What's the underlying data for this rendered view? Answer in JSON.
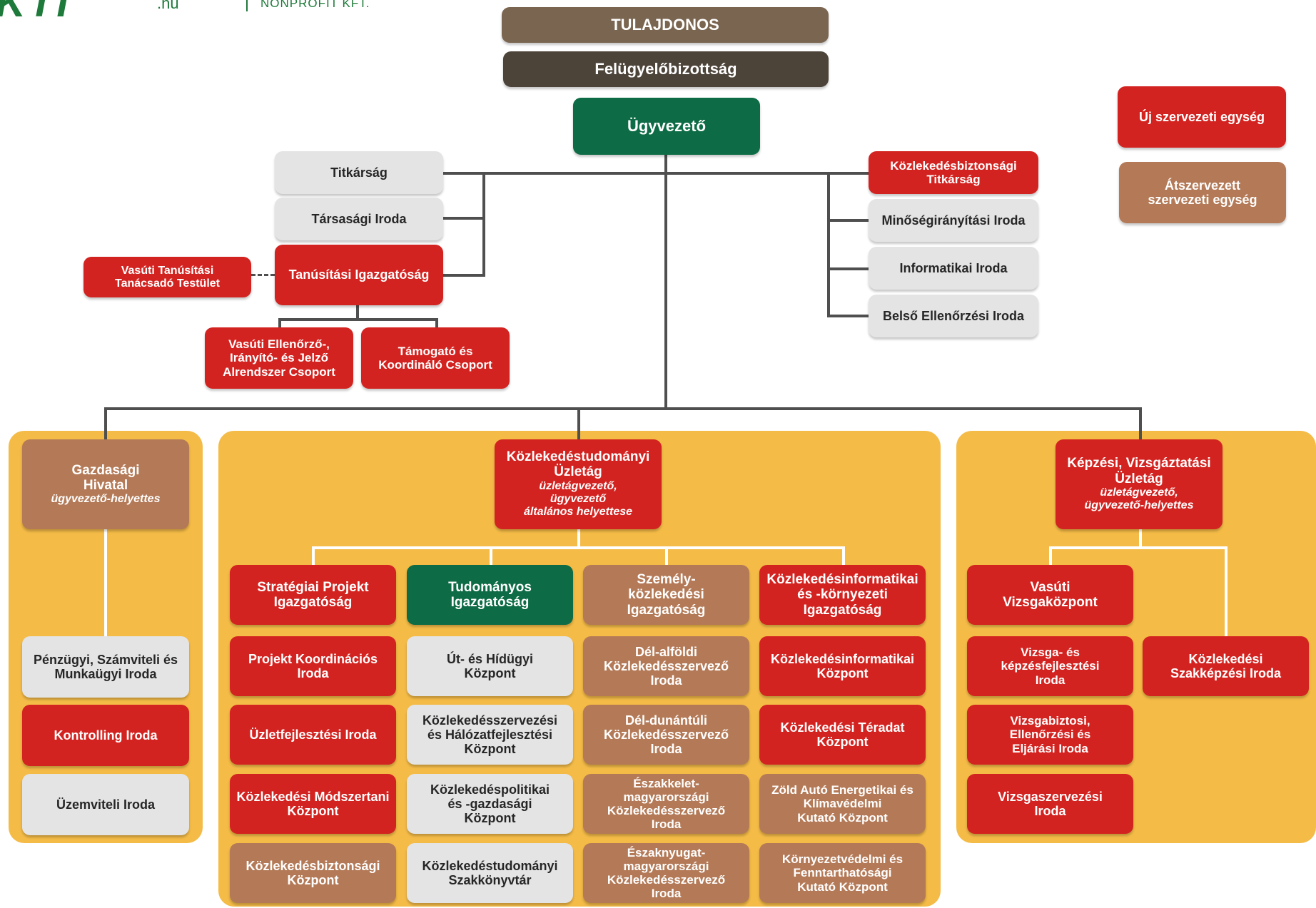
{
  "logo": {
    "mark": "KTI",
    "domain": ".hu",
    "tagline": "NONPROFIT KFT."
  },
  "top": {
    "owner": "TULAJDONOS",
    "board": "Felügyelőbizottság",
    "ceo": "Ügyvezető"
  },
  "legend": {
    "new_unit": "Új szervezeti egység",
    "reorganized_line1": "Átszervezett",
    "reorganized_line2": "szervezeti egység"
  },
  "left_staff": {
    "secretariat": "Titkárság",
    "corporate": "Társasági Iroda",
    "certification": "Tanúsítási Igazgatóság",
    "advisory_line1": "Vasúti Tanúsítási",
    "advisory_line2": "Tanácsadó Testület",
    "rail_group_line1": "Vasúti Ellenőrző-,",
    "rail_group_line2": "Irányító- és Jelző",
    "rail_group_line3": "Alrendszer Csoport",
    "support_group_line1": "Támogató és",
    "support_group_line2": "Koordináló Csoport"
  },
  "right_staff": {
    "safety_secr_line1": "Közlekedésbiztonsági",
    "safety_secr_line2": "Titkárság",
    "quality": "Minőségirányítási Iroda",
    "it_office": "Informatikai Iroda",
    "internal_audit": "Belső Ellenőrzési Iroda"
  },
  "econ": {
    "head_line1": "Gazdasági",
    "head_line2": "Hivatal",
    "head_sub": "ügyvezető-helyettes",
    "finance_line1": "Pénzügyi, Számviteli és",
    "finance_line2": "Munkaügyi Iroda",
    "controlling": "Kontrolling Iroda",
    "operations": "Üzemviteli Iroda"
  },
  "science": {
    "head_line1": "Közlekedéstudományi",
    "head_line2": "Üzletág",
    "head_sub1": "üzletágvezető,",
    "head_sub2": "ügyvezető",
    "head_sub3": "általános helyettese",
    "col1": {
      "head_line1": "Stratégiai Projekt",
      "head_line2": "Igazgatóság",
      "i1_line1": "Projekt Koordinációs",
      "i1_line2": "Iroda",
      "i2": "Üzletfejlesztési Iroda",
      "i3_line1": "Közlekedési Módszertani",
      "i3_line2": "Központ",
      "i4_line1": "Közlekedésbiztonsági",
      "i4_line2": "Központ"
    },
    "col2": {
      "head_line1": "Tudományos",
      "head_line2": "Igazgatóság",
      "i1_line1": "Út- és Hídügyi",
      "i1_line2": "Központ",
      "i2_line1": "Közlekedésszervezési",
      "i2_line2": "és Hálózatfejlesztési",
      "i2_line3": "Központ",
      "i3_line1": "Közlekedéspolitikai",
      "i3_line2": "és -gazdasági",
      "i3_line3": "Központ",
      "i4_line1": "Közlekedéstudományi",
      "i4_line2": "Szakkönyvtár"
    },
    "col3": {
      "head_line1": "Személy-",
      "head_line2": "közlekedési",
      "head_line3": "Igazgatóság",
      "i1_line1": "Dél-alföldi",
      "i1_line2": "Közlekedésszervező",
      "i1_line3": "Iroda",
      "i2_line1": "Dél-dunántúli",
      "i2_line2": "Közlekedésszervező",
      "i2_line3": "Iroda",
      "i3_line1": "Északkelet-",
      "i3_line2": "magyarországi",
      "i3_line3": "Közlekedésszervező",
      "i3_line4": "Iroda",
      "i4_line1": "Északnyugat-",
      "i4_line2": "magyarországi",
      "i4_line3": "Közlekedésszervező",
      "i4_line4": "Iroda"
    },
    "col4": {
      "head_line1": "Közlekedésinformatikai",
      "head_line2": "és -környezeti",
      "head_line3": "Igazgatóság",
      "i1_line1": "Közlekedésinformatikai",
      "i1_line2": "Központ",
      "i2_line1": "Közlekedési Téradat",
      "i2_line2": "Központ",
      "i3_line1": "Zöld Autó Energetikai és",
      "i3_line2": "Klímavédelmi",
      "i3_line3": "Kutató Központ",
      "i4_line1": "Környezetvédelmi és",
      "i4_line2": "Fenntarthatósági",
      "i4_line3": "Kutató Központ"
    }
  },
  "training": {
    "head_line1": "Képzési, Vizsgáztatási",
    "head_line2": "Üzletág",
    "head_sub1": "üzletágvezető,",
    "head_sub2": "ügyvezető-helyettes",
    "exam_center_line1": "Vasúti",
    "exam_center_line2": "Vizsgaközpont",
    "dev_line1": "Vizsga- és",
    "dev_line2": "képzésfejlesztési",
    "dev_line3": "Iroda",
    "commissioner_line1": "Vizsgabiztosi,",
    "commissioner_line2": "Ellenőrzési és",
    "commissioner_line3": "Eljárási Iroda",
    "organizing_line1": "Vizsgaszervezési",
    "organizing_line2": "Iroda",
    "vocational_line1": "Közlekedési",
    "vocational_line2": "Szakképzési Iroda"
  }
}
